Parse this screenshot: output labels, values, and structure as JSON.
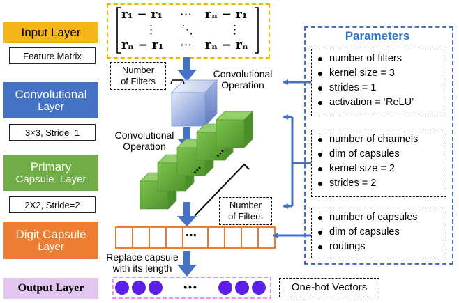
{
  "layers": {
    "input": {
      "title": "Input Layer",
      "sub": "Feature Matrix"
    },
    "conv": {
      "title_line1": "Convolutional",
      "title_line2": "Layer",
      "sub": "3×3, Stride=1"
    },
    "primary": {
      "title_line1": "Primary",
      "title_line2": "Capsule  Layer",
      "sub": "2X2, Stride=2"
    },
    "digit": {
      "title_line1": "Digit Capsule",
      "title_line2": "Layer"
    },
    "output": {
      "title": "Output Layer"
    }
  },
  "matrix": {
    "r1c1": "r₁ − r₁",
    "r1c2": "⋯",
    "r1c3": "rₙ − r₁",
    "r2c1": "⋮",
    "r2c2": "⋱",
    "r2c3": "⋮",
    "r3c1": "rₙ − r₁",
    "r3c2": "⋯",
    "r3c3": "rₙ − rₙ"
  },
  "notes": {
    "filters1_line1": "Number",
    "filters1_line2": "of Filters",
    "filters2_line1": "Number",
    "filters2_line2": "of Filters",
    "onehot": "One-hot Vectors"
  },
  "operations": {
    "conv1_line1": "Convolutional",
    "conv1_line2": "Operation",
    "conv2_line1": "Convolutional",
    "conv2_line2": "Operation",
    "replace_line1": "Replace capsule",
    "replace_line2": "with its length"
  },
  "digit_vector": {
    "ellipsis": "⋯"
  },
  "output_vector": {
    "ellipsis": "• • •"
  },
  "parameters": {
    "title": "Parameters",
    "group1": [
      "number of filters",
      "kernel size = 3",
      "strides = 1",
      "activation = ‘ReLU’"
    ],
    "group2": [
      "number of channels",
      "dim of capsules",
      "kernel size = 2",
      "strides = 2"
    ],
    "group3": [
      "number of capsules",
      "dim of capsules",
      "routings"
    ]
  },
  "colors": {
    "input_layer": "#f5b417",
    "input_border": "#f0b400",
    "conv_layer": "#4472c4",
    "primary_layer": "#70ad47",
    "digit_layer": "#ed7d31",
    "output_layer": "#e2c6f0",
    "output_border": "#f18ef0",
    "arrow_blue": "#4472c4",
    "param_title": "#2e75c8",
    "cube_green": "#62ad3a",
    "circle_purple": "#5b1fe8"
  }
}
